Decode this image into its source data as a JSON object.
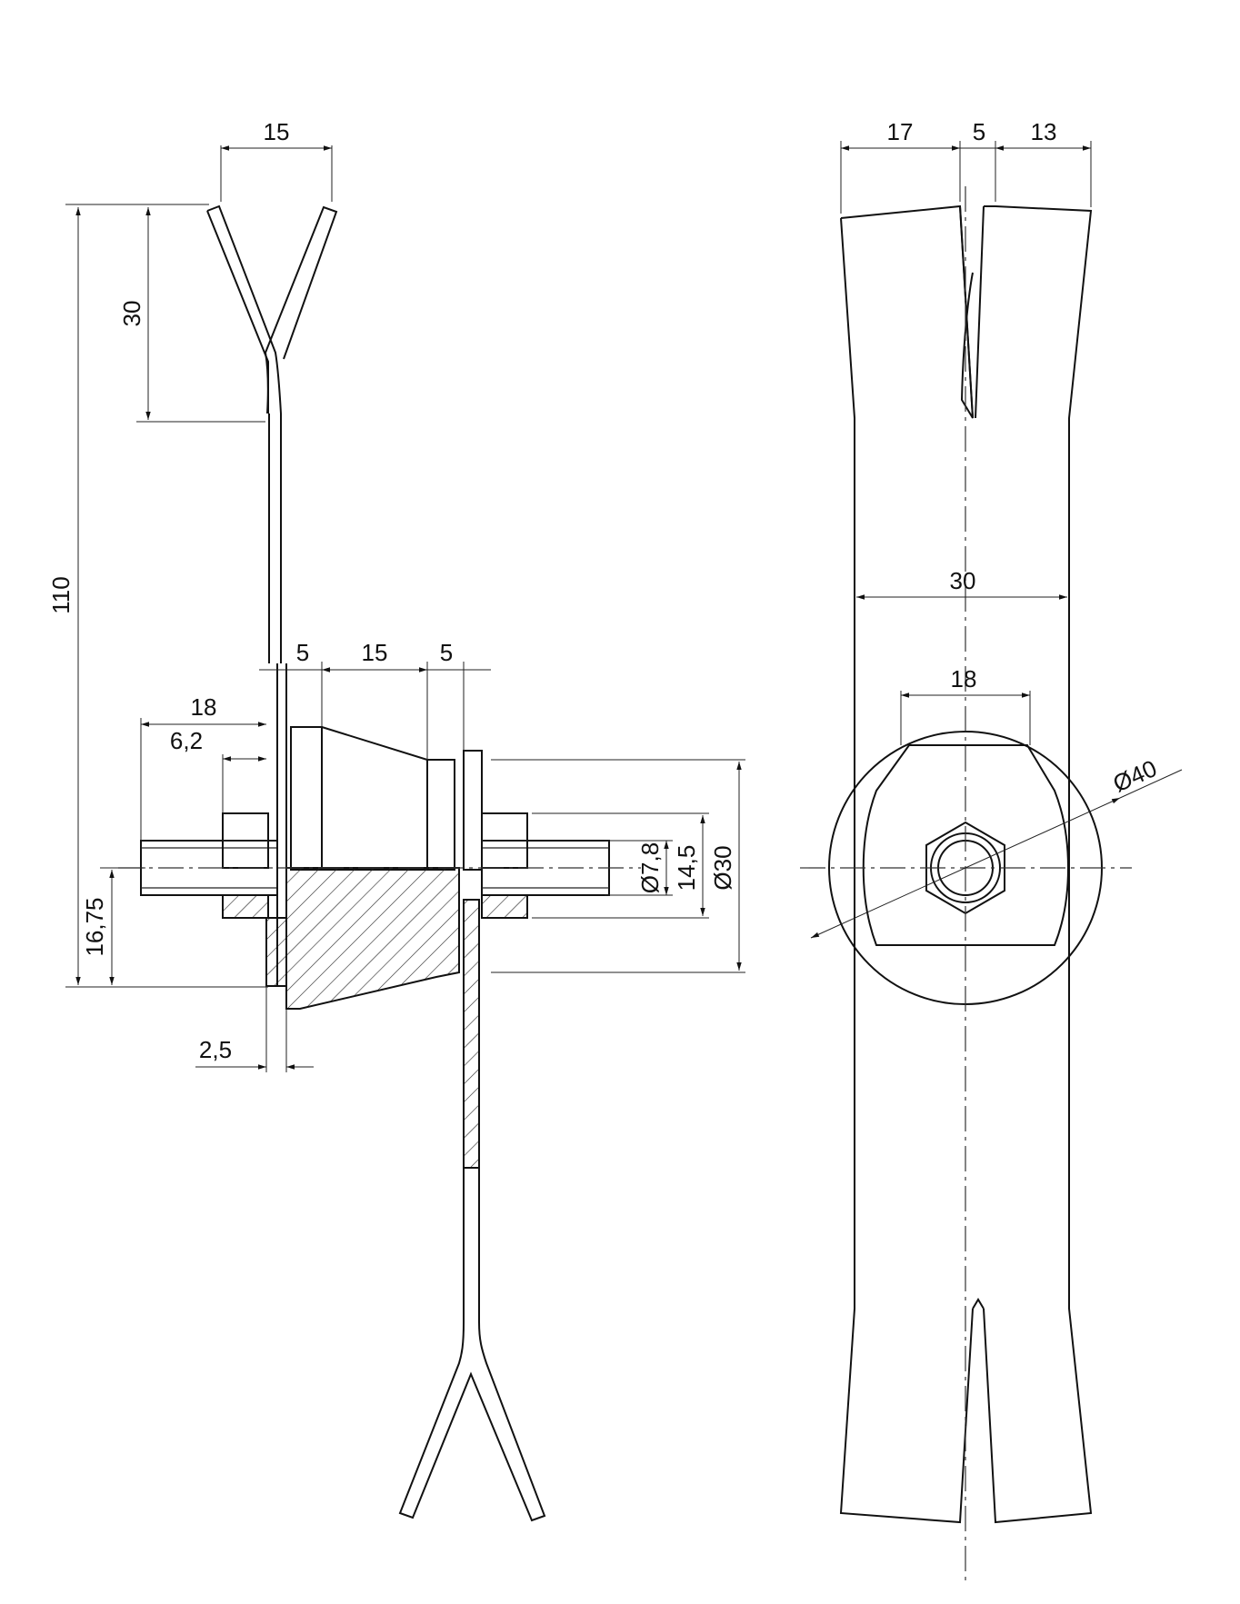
{
  "side_view": {
    "dims": {
      "fork_width": "15",
      "fork_depth": "30",
      "total_length": "110",
      "seg_a": "5",
      "seg_b": "15",
      "seg_c": "5",
      "stud_length": "18",
      "nut_width": "6,2",
      "bore_dia": "Ø7,8",
      "nut_height": "14,5",
      "flange_dia": "Ø30",
      "axis_height": "16,75",
      "plate_thickness": "2,5"
    }
  },
  "front_view": {
    "dims": {
      "left_leg": "17",
      "slot_gap": "5",
      "right_leg": "13",
      "body_width": "30",
      "window_width": "18",
      "disk_dia": "Ø40"
    }
  }
}
